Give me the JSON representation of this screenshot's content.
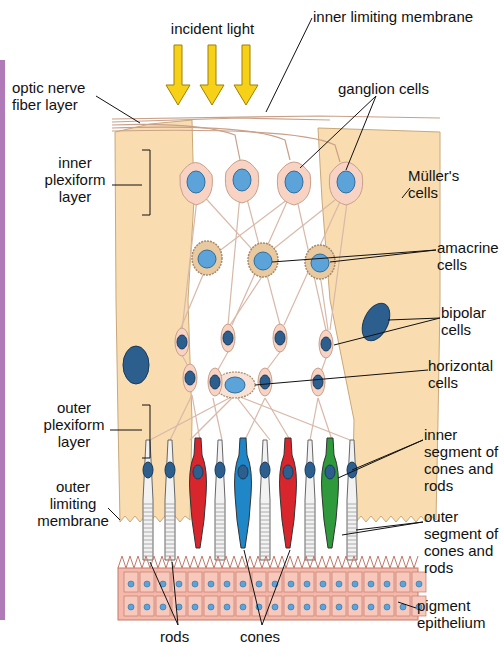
{
  "diagram": {
    "labels": [
      "incident light",
      "inner limiting membrane",
      "optic nerve fiber layer",
      "ganglion cells",
      "inner plexiform layer",
      "Müller's cells",
      "amacrine cells",
      "bipolar cells",
      "horizontal cells",
      "outer plexiform layer",
      "inner segment of cones and rods",
      "outer limiting membrane",
      "outer segment of cones and rods",
      "pigment epithelium",
      "rods",
      "cones"
    ]
  }
}
